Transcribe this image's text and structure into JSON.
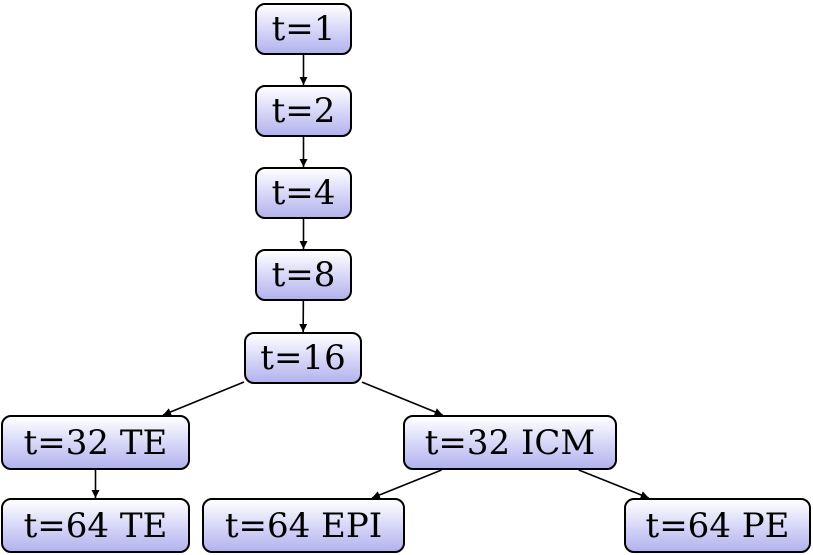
{
  "diagram": {
    "nodes": [
      {
        "id": "n1",
        "label": "t=1"
      },
      {
        "id": "n2",
        "label": "t=2"
      },
      {
        "id": "n4",
        "label": "t=4"
      },
      {
        "id": "n8",
        "label": "t=8"
      },
      {
        "id": "n16",
        "label": "t=16"
      },
      {
        "id": "n32te",
        "label": "t=32 TE"
      },
      {
        "id": "n32icm",
        "label": "t=32 ICM"
      },
      {
        "id": "n64te",
        "label": "t=64 TE"
      },
      {
        "id": "n64epi",
        "label": "t=64 EPI"
      },
      {
        "id": "n64pe",
        "label": "t=64 PE"
      }
    ],
    "edges": [
      {
        "from": "n1",
        "to": "n2"
      },
      {
        "from": "n2",
        "to": "n4"
      },
      {
        "from": "n4",
        "to": "n8"
      },
      {
        "from": "n8",
        "to": "n16"
      },
      {
        "from": "n16",
        "to": "n32te"
      },
      {
        "from": "n16",
        "to": "n32icm"
      },
      {
        "from": "n32te",
        "to": "n64te"
      },
      {
        "from": "n32icm",
        "to": "n64epi"
      },
      {
        "from": "n32icm",
        "to": "n64pe"
      }
    ],
    "colors": {
      "node_fill_top": "#ffffff",
      "node_fill_bottom": "#b3b3ee",
      "border": "#000000",
      "edge": "#000000"
    }
  }
}
